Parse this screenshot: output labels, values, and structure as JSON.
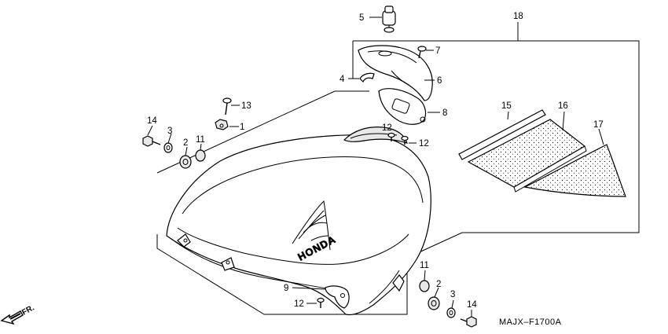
{
  "callouts": {
    "c1": "1",
    "c2a": "2",
    "c2b": "2",
    "c3a": "3",
    "c3b": "3",
    "c4": "4",
    "c5": "5",
    "c6": "6",
    "c7": "7",
    "c8": "8",
    "c9": "9",
    "c11a": "11",
    "c11b": "11",
    "c12a": "12",
    "c12b": "12",
    "c12c": "12",
    "c13": "13",
    "c14a": "14",
    "c14b": "14",
    "c15": "15",
    "c16": "16",
    "c17": "17",
    "c18": "18"
  },
  "reference_code": "MAJX–F1700A",
  "direction_label": "FR.",
  "logo_text": "HONDA",
  "icons": {
    "direction": "front-direction-arrow-icon",
    "logo": "honda-wing-logo-icon"
  }
}
